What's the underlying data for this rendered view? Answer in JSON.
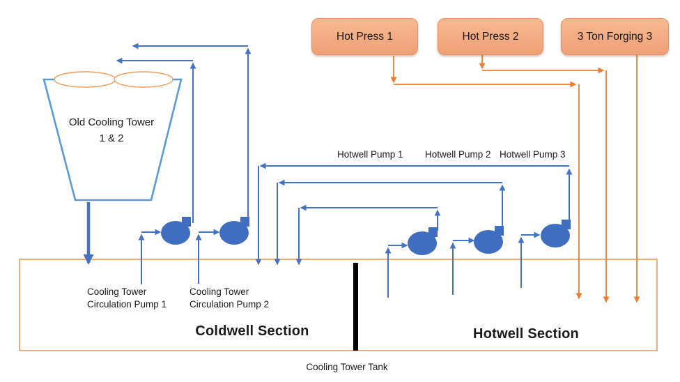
{
  "colors": {
    "cold_line": "#4472C4",
    "hot_line": "#ED7D31",
    "tower_outline": "#5B9BD5",
    "fan_outline": "#ED9B57",
    "tank_border": "#ED9B57",
    "pump_fill": "#3F6DBF",
    "source_fill_top": "#F7B98F",
    "source_fill_bottom": "#F0A077",
    "source_border": "#E78F63",
    "divider": "#000000",
    "text": "#1A1A1A"
  },
  "tower": {
    "label": "Old Cooling Tower 1 & 2"
  },
  "heat_sources": [
    {
      "label": "Hot Press 1"
    },
    {
      "label": "Hot Press 2"
    },
    {
      "label": "3 Ton Forging 3"
    }
  ],
  "hotwell_pumps": [
    {
      "label": "Hotwell Pump 1"
    },
    {
      "label": "Hotwell Pump 2"
    },
    {
      "label": "Hotwell Pump 3"
    }
  ],
  "circulation_pumps": [
    {
      "label": "Cooling Tower Circulation Pump 1"
    },
    {
      "label": "Cooling Tower Circulation Pump 2"
    }
  ],
  "tank": {
    "label": "Cooling Tower Tank",
    "sections": {
      "coldwell": "Coldwell Section",
      "hotwell": "Hotwell Section"
    }
  }
}
